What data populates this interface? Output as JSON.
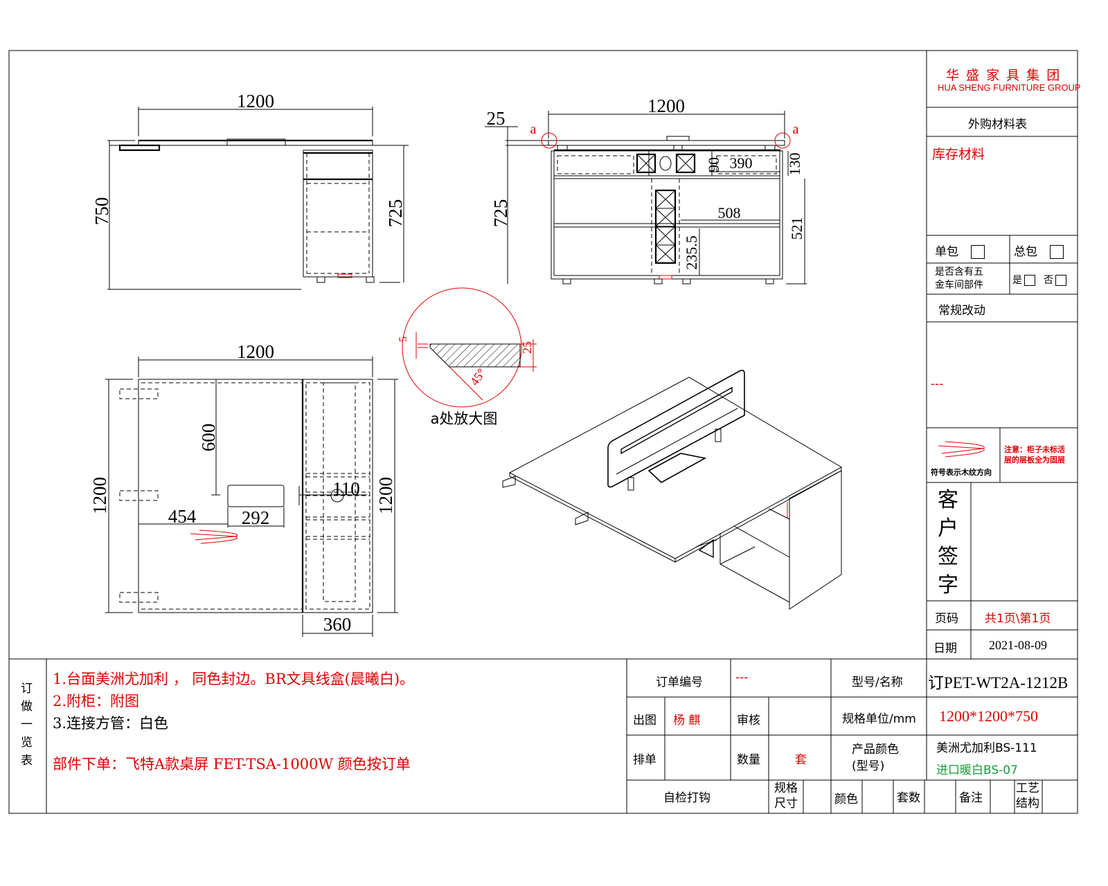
{
  "title_block": {
    "company_cn": "华 盛 家 具 集 团",
    "company_en": "HUA SHENG FURNITURE GROUP",
    "purchased_materials": "外购材料表",
    "stock_materials": "库存材料",
    "single_pack": "单包",
    "total_pack": "总包",
    "hardware_question_1": "是否含有五",
    "hardware_question_2": "金车间部件",
    "yes": "是",
    "no": "否",
    "regular_change": "常规改动",
    "change_value": "---",
    "grain_symbol_caption": "符号表示木纹方向",
    "note_1": "注意：柜子未标活",
    "note_2": "层的层板全为固层",
    "customer_signature": [
      "客",
      "户",
      "签",
      "字"
    ],
    "page_label": "页码",
    "page_value": "共1页\\第1页",
    "date_label": "日期",
    "date_value": "2021-08-09"
  },
  "order_summary": {
    "side_label": [
      "订",
      "做",
      "一",
      "览",
      "表"
    ],
    "notes": [
      "1.台面美洲尤加利 ， 同色封边。BR文具线盒(晨曦白)。",
      "2.附柜：附图",
      "3.连接方管：白色"
    ],
    "parts_order": "部件下单：飞特A款桌屏 FET-TSA-1000W 颜色按订单"
  },
  "info_table": {
    "order_no_label": "订单编号",
    "order_no_value": "---",
    "model_label": "型号/名称",
    "model_value": "订PET-WT2A-1212B",
    "drawn_label": "出图",
    "drawn_value": "杨 麒",
    "review_label": "审核",
    "spec_label": "规格单位/mm",
    "spec_value": "1200*1200*750",
    "schedule_label": "排单",
    "qty_label": "数量",
    "qty_unit": "套",
    "color_label_1": "产品颜色",
    "color_label_2": "(型号)",
    "color_value_1": "美洲尤加利BS-111",
    "color_value_2": "进口暖白BS-07",
    "check_label": "自检打钩",
    "size_label_1": "规格",
    "size_label_2": "尺寸",
    "color_col": "颜色",
    "sets_col": "套数",
    "remark_col": "备注",
    "craft_label_1": "工艺",
    "craft_label_2": "结构"
  },
  "dimensions": {
    "side_width": "1200",
    "side_height": "750",
    "side_cabinet_height": "725",
    "front_width": "1200",
    "front_top": "25",
    "front_height": "725",
    "drawer_90": "90",
    "drawer_390": "390",
    "drawer_130": "130",
    "shelf_508": "508",
    "shelf_235": "235.5",
    "cab_521": "521",
    "plan_width": "1200",
    "plan_depth_left": "1200",
    "plan_depth_right": "1200",
    "plan_600": "600",
    "plan_454": "454",
    "plan_292": "292",
    "plan_110": "110",
    "plan_360": "360",
    "detail_label": "a处放大图",
    "detail_5": "5",
    "detail_25": "25",
    "detail_45": "45°",
    "marker_a": "a"
  },
  "colors": {
    "accent_red": "#e00000",
    "green": "#1a9a3a"
  }
}
